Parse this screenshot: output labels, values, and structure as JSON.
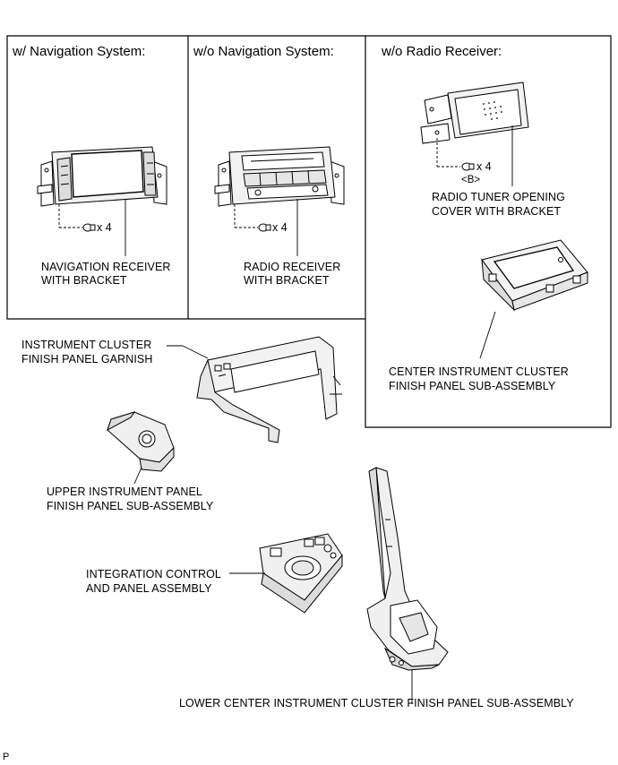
{
  "panels": {
    "with_navigation": {
      "title": "w/ Navigation System:",
      "quantity": "x 4",
      "part_line1": "NAVIGATION RECEIVER",
      "part_line2": "WITH BRACKET"
    },
    "without_navigation": {
      "title": "w/o Navigation System:",
      "quantity": "x 4",
      "part_line1": "RADIO RECEIVER",
      "part_line2": "WITH BRACKET"
    },
    "without_radio": {
      "title": "w/o Radio Receiver:",
      "quantity": "x 4",
      "fastener_code": "<B>",
      "part1_line1": "RADIO TUNER OPENING",
      "part1_line2": "COVER WITH BRACKET",
      "part2_line1": "CENTER INSTRUMENT CLUSTER",
      "part2_line2": "FINISH PANEL SUB-ASSEMBLY"
    }
  },
  "parts": {
    "garnish_line1": "INSTRUMENT CLUSTER",
    "garnish_line2": "FINISH PANEL GARNISH",
    "upper_line1": "UPPER INSTRUMENT PANEL",
    "upper_line2": "FINISH PANEL SUB-ASSEMBLY",
    "integration_line1": "INTEGRATION CONTROL",
    "integration_line2": "AND PANEL ASSEMBLY",
    "lower_center": "LOWER CENTER INSTRUMENT CLUSTER FINISH PANEL SUB-ASSEMBLY"
  },
  "corner_mark": "P"
}
